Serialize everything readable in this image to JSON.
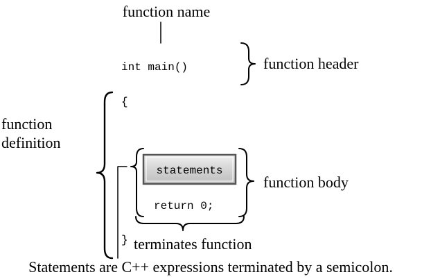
{
  "labels": {
    "function_name": "function name",
    "function_header": "function header",
    "function_definition_line1": "function",
    "function_definition_line2": "definition",
    "function_body": "function body",
    "terminates_function": "terminates function",
    "caption": "Statements are C++ expressions terminated by a semicolon."
  },
  "code": {
    "header": "int main()",
    "open_brace": "{",
    "statements": "statements",
    "return_stmt": "return 0;",
    "close_brace": "}"
  },
  "colors": {
    "ink": "#000000",
    "statements_box_fill": "#d4d4d4",
    "statements_box_border": "#555555"
  }
}
